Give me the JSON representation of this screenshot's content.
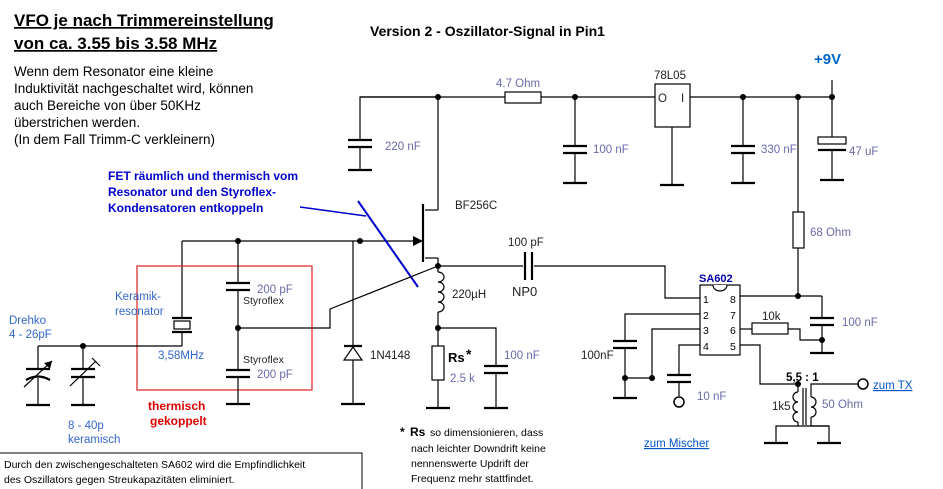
{
  "title_line1": "VFO je nach Trimmereinstellung",
  "title_line2": "von ca. 3.55 bis 3.58 MHz",
  "subtitle": "Version 2 - Oszillator-Signal in Pin1",
  "intro_lines": [
    "Wenn dem Resonator eine kleine",
    "Induktivität nachgeschaltet wird, können",
    "auch Bereiche von über 50KHz",
    "überstrichen werden.",
    "(In dem Fall Trimm-C verkleinern)"
  ],
  "fet_note_lines": [
    "FET räumlich und thermisch vom",
    "Resonator und den Styroflex-",
    "Kondensatoren entkoppeln"
  ],
  "thermal_note_lines": [
    "thermisch",
    "gekoppelt"
  ],
  "bottom_note_lines": [
    "Durch den zwischengeschalteten SA602 wird die Empfindlichkeit",
    "des Oszillators gegen Streukapazitäten eliminiert."
  ],
  "rs_note": {
    "marker": "*",
    "bold": "Rs",
    "lines": [
      "so dimensionieren, dass",
      "nach leichter Downdrift keine",
      "nennenswerte Updrift der",
      "Frequenz mehr stattfindet."
    ]
  },
  "components": {
    "r_supply": "4.7  Ohm",
    "regulator": "78L05",
    "reg_in": "O",
    "reg_out": "I",
    "supply": "+9V",
    "c_220n": "220 nF",
    "c_100n_a": "100 nF",
    "c_330n": "330 nF",
    "c_47u": "47 uF",
    "fet": "BF256C",
    "c_100p": "100 pF",
    "np0": "NP0",
    "l_220u": "220µH",
    "r_68": "68  Ohm",
    "c_100n_b": "100 nF",
    "c_100n_c": "100 nF",
    "c_100n_d": "100nF",
    "c_10n": "10 nF",
    "r_10k": "10k",
    "diode": "1N4148",
    "rs": "Rs",
    "rs_star": "*",
    "rs_value": "2.5 k",
    "c_200p_top": "200 pF",
    "c_200p_bottom": "200 pF",
    "styroflex_top": "Styroflex",
    "styroflex_bottom": "Styroflex",
    "resonator_line1": "Keramik-",
    "resonator_line2": "resonator",
    "resonator_freq": "3,58MHz",
    "drehko_line1": "Drehko",
    "drehko_line2": "4 - 26pF",
    "trimmer_line1": "8 - 40p",
    "trimmer_line2": "keramisch",
    "ic": "SA602",
    "pins": [
      "1",
      "2",
      "3",
      "4",
      "5",
      "6",
      "7",
      "8"
    ],
    "transformer_ratio": "5,5 : 1",
    "r_1k5": "1k5",
    "ohm50": "50 Ohm",
    "to_tx": "zum TX",
    "to_mixer": "zum Mischer"
  }
}
